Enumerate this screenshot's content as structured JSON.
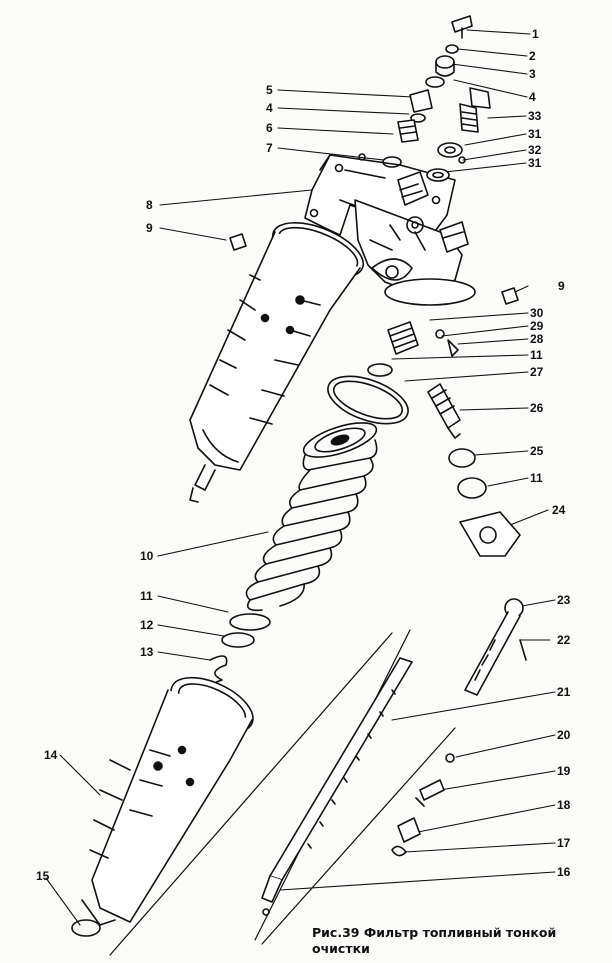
{
  "caption": "Рис.39 Фильтр топливный тонкой очистки",
  "callouts": {
    "c1": "1",
    "c2": "2",
    "c3": "3",
    "c4a": "4",
    "c33": "33",
    "c31a": "31",
    "c32": "32",
    "c31b": "31",
    "c5": "5",
    "c4b": "4",
    "c6": "6",
    "c7": "7",
    "c8": "8",
    "c9a": "9",
    "c9b": "9",
    "c30": "30",
    "c29": "29",
    "c28": "28",
    "c11a": "11",
    "c27": "27",
    "c26": "26",
    "c25": "25",
    "c11b": "11",
    "c24": "24",
    "c10": "10",
    "c11c": "11",
    "c12": "12",
    "c13": "13",
    "c23": "23",
    "c22": "22",
    "c21": "21",
    "c14": "14",
    "c20": "20",
    "c19": "19",
    "c18": "18",
    "c17": "17",
    "c16": "16",
    "c15": "15"
  }
}
